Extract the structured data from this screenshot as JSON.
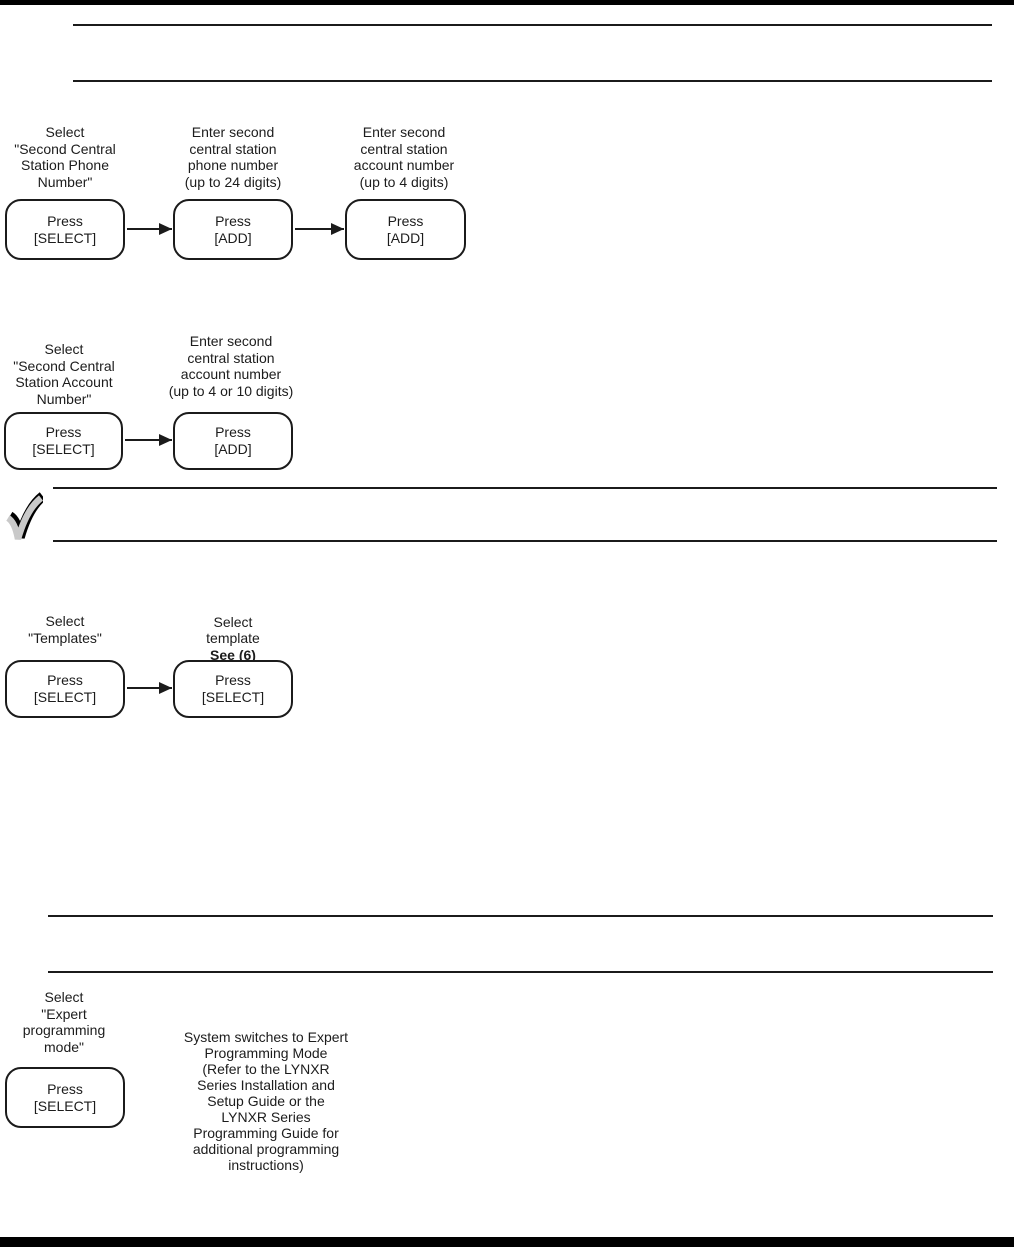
{
  "page": {
    "ink_color": "#1b1b1b",
    "checkmark_fill": "#c9c9c9",
    "background": "#ffffff"
  },
  "flow_phone": {
    "steps": [
      {
        "caption": "Select\n\"Second Central\nStation Phone\nNumber\"",
        "button": "Press\n[SELECT]"
      },
      {
        "caption": "Enter second\ncentral station\nphone number\n(up to 24 digits)",
        "button": "Press\n[ADD]"
      },
      {
        "caption": "Enter second\ncentral station\naccount number\n(up to 4 digits)",
        "button": "Press\n[ADD]"
      }
    ]
  },
  "flow_account": {
    "steps": [
      {
        "caption": "Select\n\"Second Central\nStation Account\nNumber\"",
        "button": "Press\n[SELECT]"
      },
      {
        "caption": "Enter second\ncentral station\naccount number\n(up to 4 or 10 digits)",
        "button": "Press\n[ADD]"
      }
    ]
  },
  "flow_templates": {
    "steps": [
      {
        "caption": "Select\n\"Templates\"",
        "button": "Press\n[SELECT]"
      },
      {
        "caption": "Select\ntemplate",
        "caption_bold": "See (6)",
        "button": "Press\n[SELECT]"
      }
    ]
  },
  "flow_expert": {
    "steps": [
      {
        "caption": "Select\n\"Expert\nprogramming\nmode\"",
        "button": "Press\n[SELECT]"
      }
    ],
    "note": "System switches to Expert\nProgramming Mode\n(Refer to the LYNXR\nSeries Installation and\nSetup Guide or the\nLYNXR Series\nProgramming Guide for\nadditional programming\ninstructions)"
  }
}
